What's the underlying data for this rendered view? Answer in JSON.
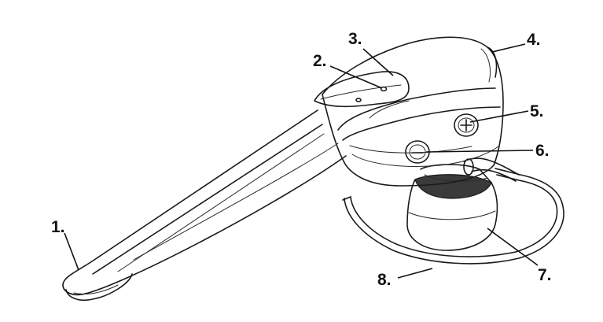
{
  "callouts": [
    {
      "id": "1",
      "text": "1."
    },
    {
      "id": "2",
      "text": "2."
    },
    {
      "id": "3",
      "text": "3."
    },
    {
      "id": "4",
      "text": "4."
    },
    {
      "id": "5",
      "text": "5."
    },
    {
      "id": "6",
      "text": "6."
    },
    {
      "id": "7",
      "text": "7."
    },
    {
      "id": "8",
      "text": "8."
    }
  ],
  "colors": {
    "line": "#1a1a1a",
    "shade": "#3a3a3a",
    "background": "#ffffff"
  }
}
